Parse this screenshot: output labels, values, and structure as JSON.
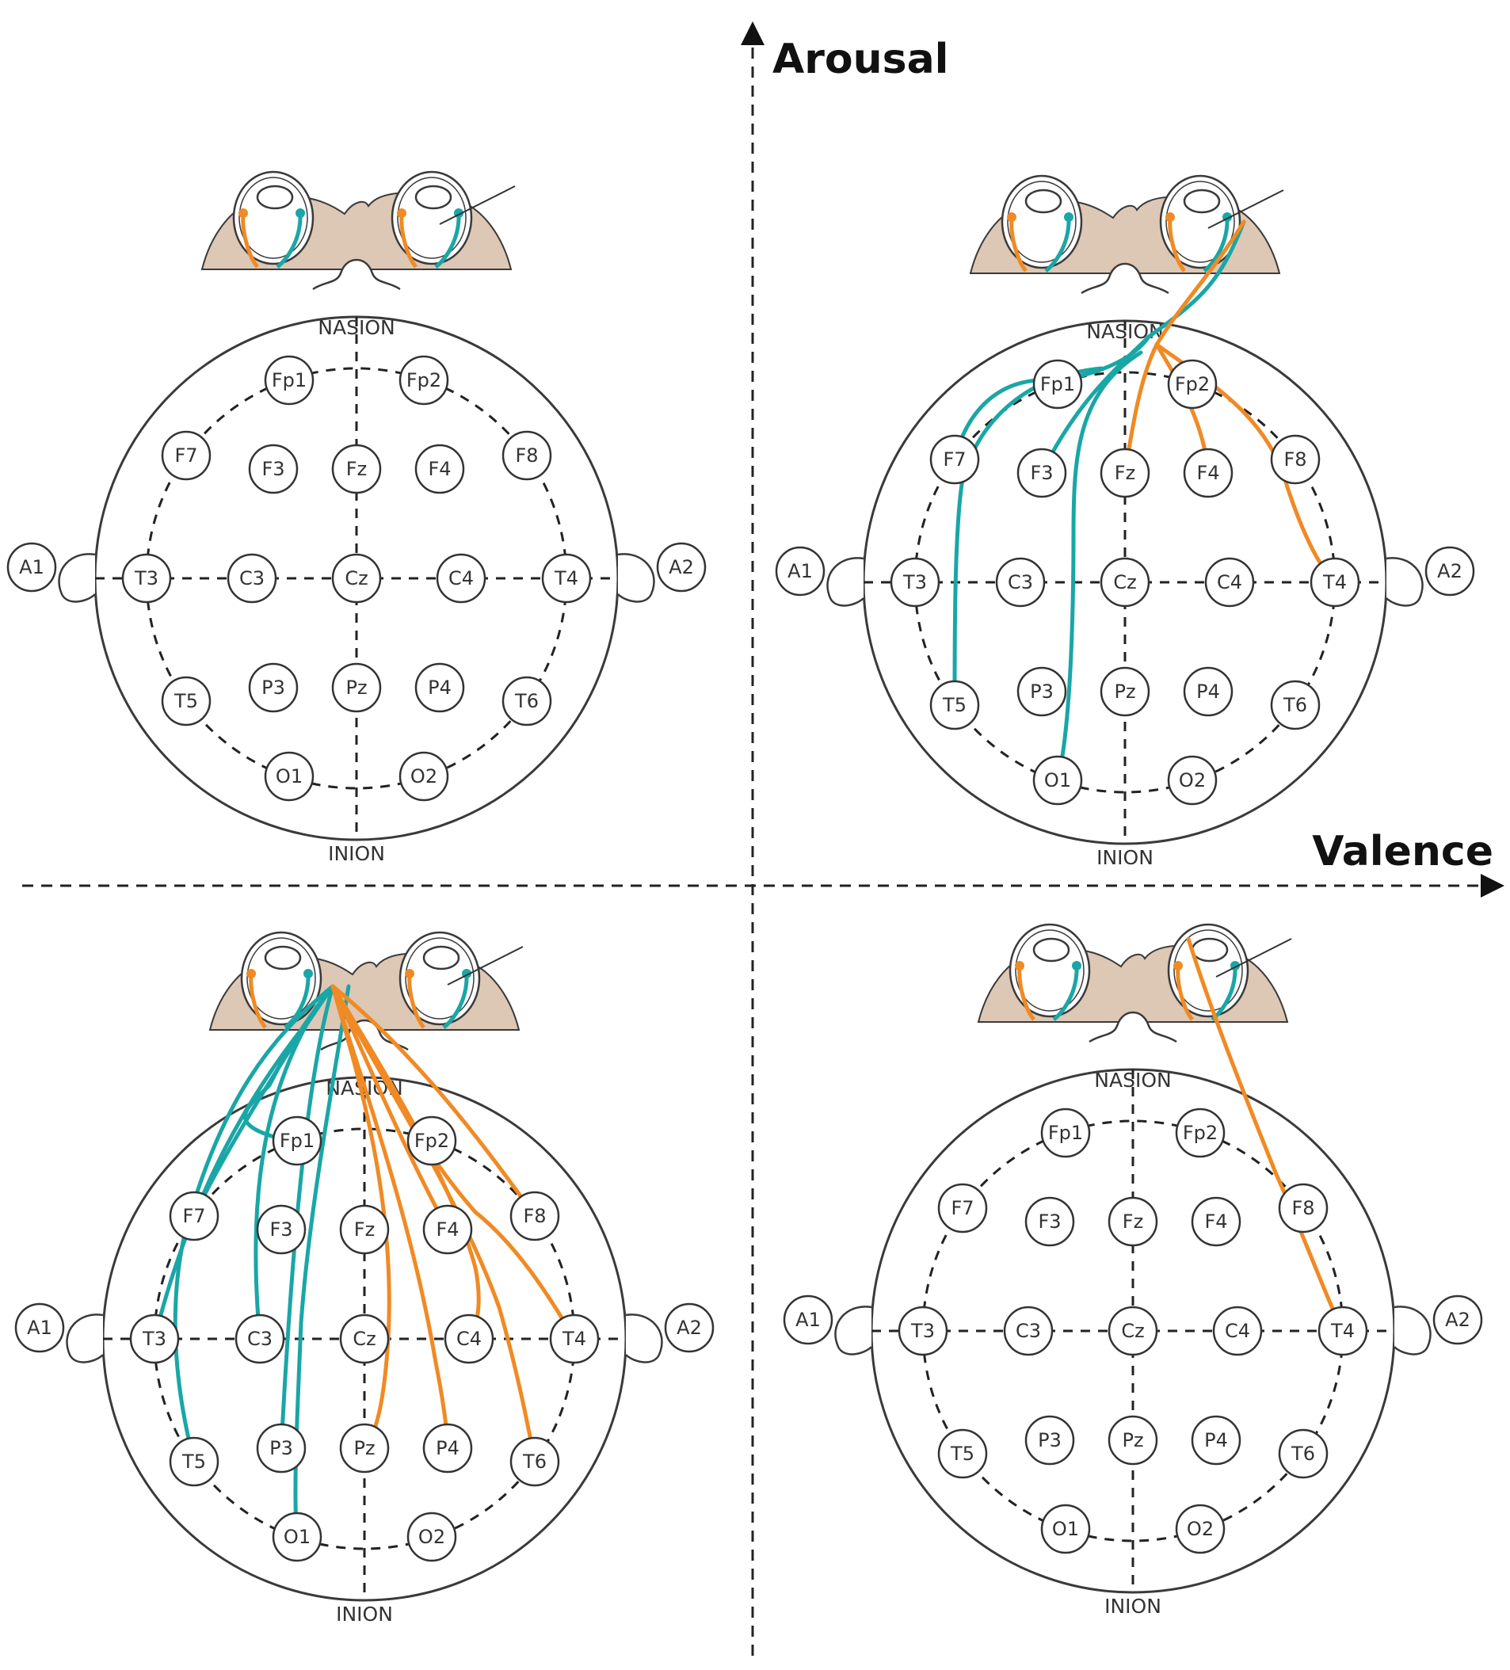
{
  "axes": {
    "y_label": "Arousal",
    "x_label": "Valence"
  },
  "landmarks": {
    "nasion": "NASION",
    "inion": "INION"
  },
  "colors": {
    "cyan": "#1aa6a6",
    "orange": "#f08a24",
    "brain": "#ddc7b5",
    "outline": "#3a3a3a"
  },
  "electrodes": [
    {
      "id": "fp1",
      "label": "Fp1"
    },
    {
      "id": "fp2",
      "label": "Fp2"
    },
    {
      "id": "f7",
      "label": "F7"
    },
    {
      "id": "f3",
      "label": "F3"
    },
    {
      "id": "fz",
      "label": "Fz"
    },
    {
      "id": "f4",
      "label": "F4"
    },
    {
      "id": "f8",
      "label": "F8"
    },
    {
      "id": "a1",
      "label": "A1"
    },
    {
      "id": "t3",
      "label": "T3"
    },
    {
      "id": "c3",
      "label": "C3"
    },
    {
      "id": "cz",
      "label": "Cz"
    },
    {
      "id": "c4",
      "label": "C4"
    },
    {
      "id": "t4",
      "label": "T4"
    },
    {
      "id": "a2",
      "label": "A2"
    },
    {
      "id": "t5",
      "label": "T5"
    },
    {
      "id": "p3",
      "label": "P3"
    },
    {
      "id": "pz",
      "label": "Pz"
    },
    {
      "id": "p4",
      "label": "P4"
    },
    {
      "id": "t6",
      "label": "T6"
    },
    {
      "id": "o1",
      "label": "O1"
    },
    {
      "id": "o2",
      "label": "O2"
    }
  ],
  "quadrants": [
    {
      "id": "top-left",
      "cyan_targets": [],
      "orange_targets": []
    },
    {
      "id": "top-right",
      "cyan_targets": [
        "F7",
        "F3",
        "T5",
        "O1"
      ],
      "orange_targets": [
        "Fz",
        "F4",
        "T4"
      ]
    },
    {
      "id": "bottom-left",
      "cyan_targets": [
        "Fp1",
        "F7",
        "T3",
        "C3",
        "T5",
        "P3",
        "O1"
      ],
      "orange_targets": [
        "Pz",
        "P4",
        "F8",
        "C4",
        "T4",
        "T6"
      ]
    },
    {
      "id": "bottom-right",
      "cyan_targets": [],
      "orange_targets": [
        "T4"
      ]
    }
  ]
}
